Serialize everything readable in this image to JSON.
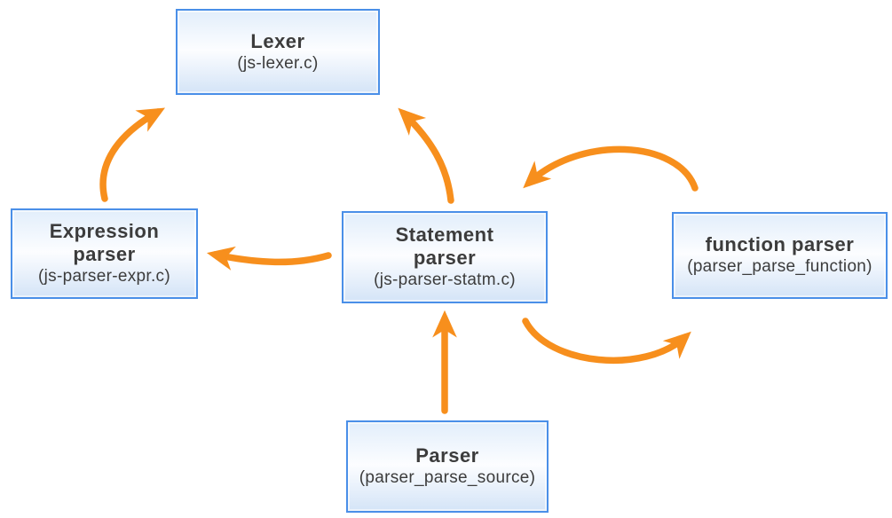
{
  "colors": {
    "arrow": "#F78F1D",
    "box_border": "#4A8FE8",
    "box_fill_top": "#E2EEFB",
    "box_fill_mid": "#FCFDFF",
    "box_fill_bottom": "#D4E4F7",
    "text": "#3C3C3C",
    "background": "#FFFFFF"
  },
  "diagram": {
    "nodes": {
      "lexer": {
        "title": "Lexer",
        "subtitle": "(js-lexer.c)"
      },
      "expression_parser": {
        "title": "Expression parser",
        "subtitle": "(js-parser-expr.c)"
      },
      "statement_parser": {
        "title": "Statement parser",
        "subtitle": "(js-parser-statm.c)"
      },
      "function_parser": {
        "title": "function parser",
        "subtitle": "(parser_parse_function)"
      },
      "parser": {
        "title": "Parser",
        "subtitle": "(parser_parse_source)"
      }
    },
    "edges": [
      {
        "from": "expression_parser",
        "to": "lexer"
      },
      {
        "from": "statement_parser",
        "to": "lexer"
      },
      {
        "from": "statement_parser",
        "to": "expression_parser"
      },
      {
        "from": "function_parser",
        "to": "statement_parser"
      },
      {
        "from": "statement_parser",
        "to": "function_parser"
      },
      {
        "from": "parser",
        "to": "statement_parser"
      }
    ]
  }
}
